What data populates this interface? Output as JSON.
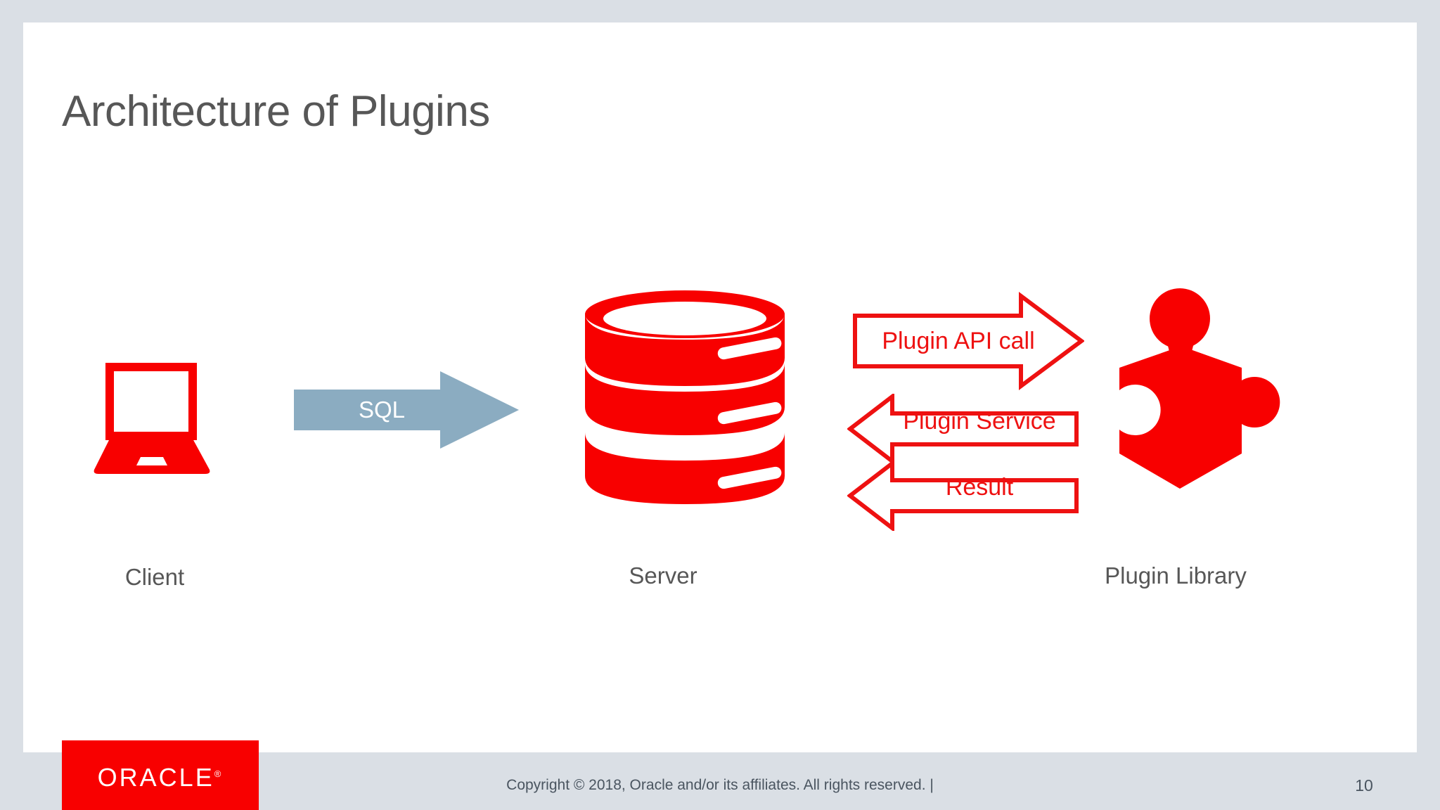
{
  "slide": {
    "title": "Architecture of Plugins",
    "page_number": "10",
    "title_color": "#575757",
    "canvas_color": "#ffffff",
    "background_color": "#dadfe5"
  },
  "diagram": {
    "nodes": [
      {
        "id": "client",
        "label": "Client",
        "icon": "laptop-icon",
        "color": "#f80000"
      },
      {
        "id": "server",
        "label": "Server",
        "icon": "database-cylinder-icon",
        "color": "#f80000"
      },
      {
        "id": "plugin-library",
        "label": "Plugin Library",
        "icon": "puzzle-piece-icon",
        "color": "#f80000"
      }
    ],
    "connectors": [
      {
        "id": "sql",
        "label": "SQL",
        "direction": "right",
        "style": "filled",
        "color": "#8bacc1",
        "text_color": "#ffffff",
        "from": "client",
        "to": "server"
      },
      {
        "id": "plugin-api-call",
        "label": "Plugin API call",
        "direction": "right",
        "style": "outline",
        "color": "#ee1111",
        "text_color": "#ee1111",
        "from": "server",
        "to": "plugin-library"
      },
      {
        "id": "plugin-service",
        "label": "Plugin Service",
        "direction": "left",
        "style": "outline",
        "color": "#ee1111",
        "text_color": "#ee1111",
        "from": "plugin-library",
        "to": "server"
      },
      {
        "id": "result",
        "label": "Result",
        "direction": "left",
        "style": "outline",
        "color": "#ee1111",
        "text_color": "#ee1111",
        "from": "plugin-library",
        "to": "server"
      }
    ]
  },
  "footer": {
    "logo_text": "ORACLE",
    "logo_trademark": "®",
    "logo_color": "#f80000",
    "copyright": "Copyright © 2018, Oracle and/or its affiliates. All rights reserved.  |"
  }
}
